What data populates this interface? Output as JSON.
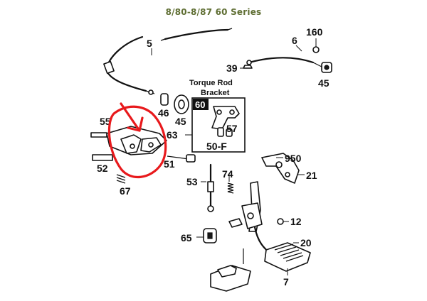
{
  "header": {
    "title": "8/80-8/87 60 Series"
  },
  "callout": {
    "line1": "Torque Rod",
    "line2": "Bracket"
  },
  "labels": {
    "p5": "5",
    "p6": "6",
    "p160": "160",
    "p39": "39",
    "p45a": "45",
    "p45b": "45",
    "p46": "46",
    "p55": "55",
    "p60": "60",
    "p63": "63",
    "p57": "57",
    "p50f": "50-F",
    "p52": "52",
    "p51": "51",
    "p67": "67",
    "p950": "950",
    "p21": "21",
    "p74": "74",
    "p53": "53",
    "p12": "12",
    "p65": "65",
    "p20": "20",
    "p7": "7"
  },
  "annotation": {
    "color": "#e8191c",
    "shape": "freehand-circle-with-arrow"
  },
  "colors": {
    "title": "#5f6e33",
    "ink": "#111111"
  }
}
